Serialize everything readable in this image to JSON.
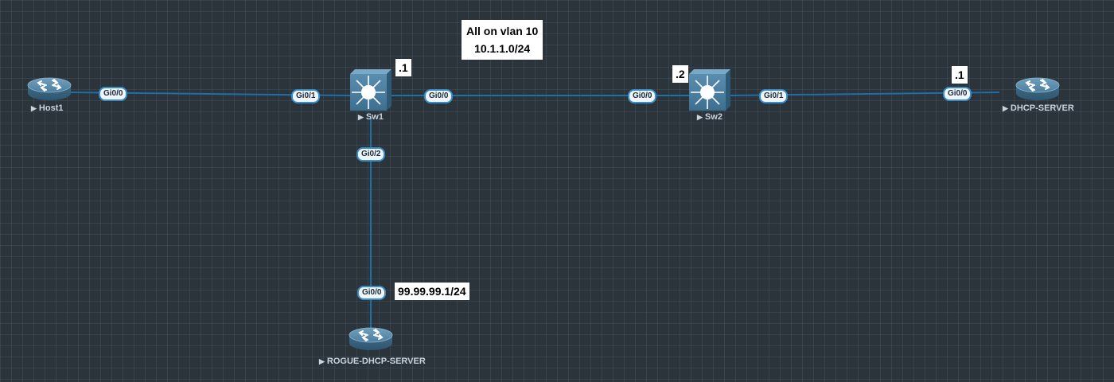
{
  "nodes": {
    "host1": {
      "label": "Host1",
      "type": "router"
    },
    "sw1": {
      "label": "Sw1",
      "type": "switch"
    },
    "sw2": {
      "label": "Sw2",
      "type": "switch"
    },
    "dhcp_server": {
      "label": "DHCP-SERVER",
      "type": "router"
    },
    "rogue": {
      "label": "ROGUE-DHCP-SERVER",
      "type": "router"
    }
  },
  "interfaces": {
    "host1_gi00": "Gi0/0",
    "sw1_gi01": "Gi0/1",
    "sw1_gi00": "Gi0/0",
    "sw1_gi02": "Gi0/2",
    "sw2_gi00": "Gi0/0",
    "sw2_gi01": "Gi0/1",
    "dhcp_gi00": "Gi0/0",
    "rogue_gi00": "Gi0/0"
  },
  "notes": {
    "vlan_line1": "All on vlan 10",
    "vlan_line2": "10.1.1.0/24",
    "sw1_ip": ".1",
    "sw2_ip": ".2",
    "dhcp_ip": ".1",
    "rogue_subnet": "99.99.99.1/24"
  },
  "colors": {
    "background": "#2b333b",
    "link": "#1d6fa8",
    "device_fill": "#3f6f8e",
    "interface_border": "#3a8cc7"
  }
}
